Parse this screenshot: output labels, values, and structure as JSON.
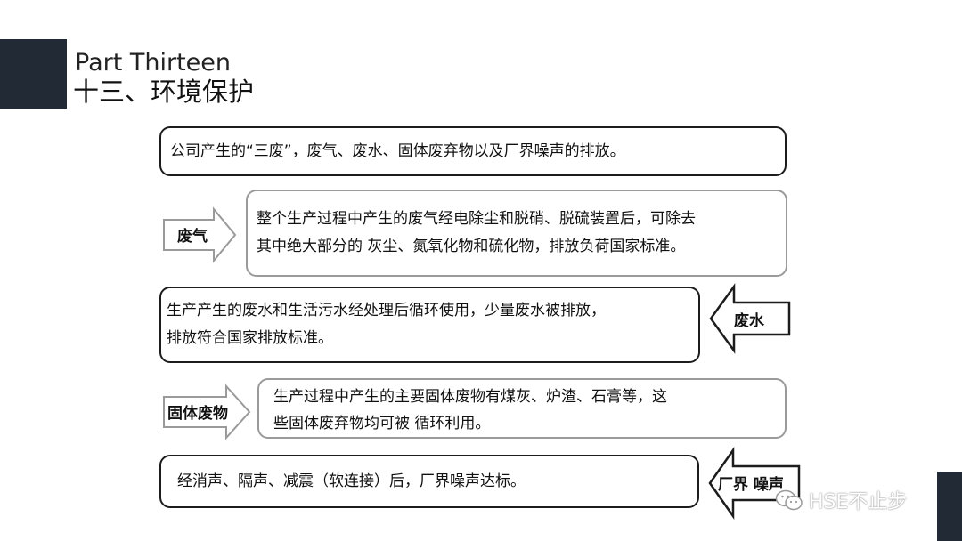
{
  "title": {
    "en": "Part Thirteen",
    "cn": "十三、环境保护"
  },
  "intro": "公司产生的“三废”，废气、废水、固体废弃物以及厂界噪声的排放。",
  "sections": [
    {
      "label": "废气",
      "lines": [
        "整个生产过程中产生的废气经电除尘和脱硝、脱硫装置后，可除去",
        "其中绝大部分的 灰尘、氮氧化物和硫化物，排放负荷国家标准。"
      ]
    },
    {
      "label": "废水",
      "lines": [
        "生产产生的废水和生活污水经处理后循环使用，少量废水被排放，",
        "排放符合国家排放标准。"
      ]
    },
    {
      "label": "固体废物",
      "lines": [
        "生产过程中产生的主要固体废物有煤灰、炉渣、石膏等，这",
        "些固体废弃物均可被 循环利用。"
      ]
    },
    {
      "label": "厂界 噪声",
      "lines": [
        "经消声、隔声、减震（软连接）后，厂界噪声达标。"
      ]
    }
  ],
  "watermark": "HSE不止步",
  "icons": {
    "arrow_right": "arrow-right-icon",
    "arrow_left": "arrow-left-icon",
    "wechat": "wechat-icon"
  },
  "colors": {
    "dark_block": "#222a35",
    "dark_border": "#1c1c1c",
    "grey_border": "#9a9a9a"
  }
}
